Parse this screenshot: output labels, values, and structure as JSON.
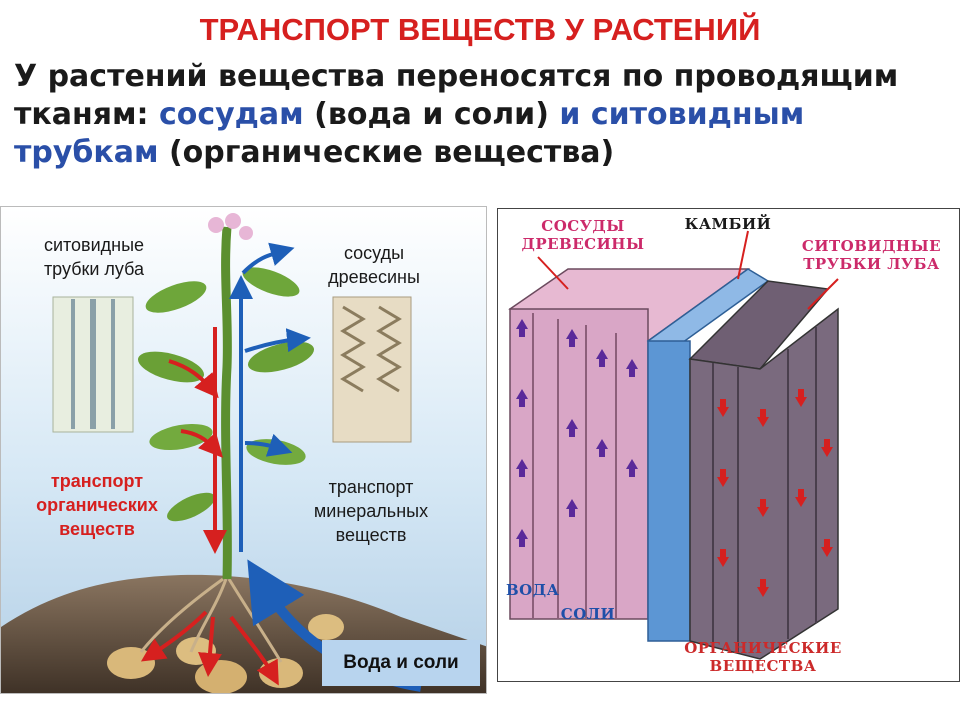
{
  "title": "ТРАНСПОРТ ВЕЩЕСТВ У РАСТЕНИЙ",
  "intro": {
    "part1": "У растений вещества переносятся по проводящим тканям: ",
    "vessels": "сосудам",
    "part2": " (вода и соли) ",
    "and_sieve": "и ситовидным трубкам",
    "part3": " (органические вещества)"
  },
  "left_panel": {
    "sieve_tubes": [
      "ситовидные",
      "трубки луба"
    ],
    "vessels": [
      "сосуды",
      "древесины"
    ],
    "organic_transport": [
      "транспорт",
      "органических",
      "веществ"
    ],
    "mineral_transport": [
      "транспорт",
      "минеральных",
      "веществ"
    ],
    "water_salts": "Вода и соли"
  },
  "right_panel": {
    "vessels": [
      "СОСУДЫ",
      "ДРЕВЕСИНЫ"
    ],
    "cambium": "КАМБИЙ",
    "sieve_tubes": [
      "СИТОВИДНЫЕ",
      "ТРУБКИ ЛУБА"
    ],
    "water": "ВОДА",
    "salts": "СОЛИ",
    "organic": [
      "ОРГАНИЧЕСКИЕ",
      "ВЕЩЕСТВА"
    ]
  },
  "colors": {
    "title": "#d6201f",
    "highlight": "#2a4fa8",
    "arrow_up": "#1e5fb8",
    "arrow_down": "#d6201f",
    "xylem": "#d9a6c6",
    "phloem": "#7a6a7e",
    "cambium": "#5c96d4"
  }
}
